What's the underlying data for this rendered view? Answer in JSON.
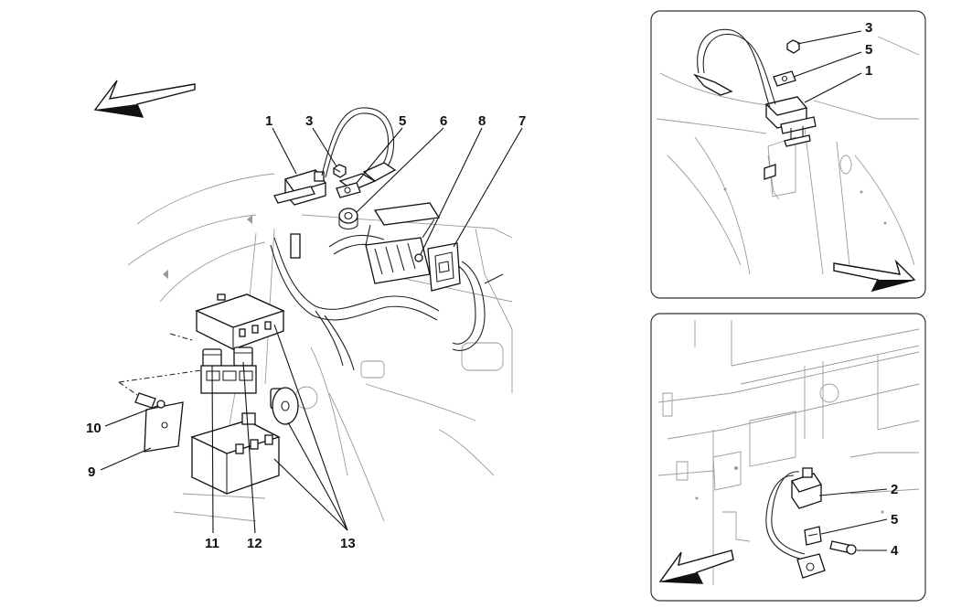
{
  "main": {
    "callouts": [
      {
        "id": "m1",
        "text": "1"
      },
      {
        "id": "m3",
        "text": "3"
      },
      {
        "id": "m5",
        "text": "5"
      },
      {
        "id": "m6",
        "text": "6"
      },
      {
        "id": "m8",
        "text": "8"
      },
      {
        "id": "m7",
        "text": "7"
      },
      {
        "id": "m10",
        "text": "10"
      },
      {
        "id": "m9",
        "text": "9"
      },
      {
        "id": "m11",
        "text": "11"
      },
      {
        "id": "m12",
        "text": "12"
      },
      {
        "id": "m13",
        "text": "13"
      }
    ]
  },
  "inset_top": {
    "callouts": [
      {
        "id": "t3",
        "text": "3"
      },
      {
        "id": "t5",
        "text": "5"
      },
      {
        "id": "t1",
        "text": "1"
      }
    ]
  },
  "inset_bottom": {
    "callouts": [
      {
        "id": "b2",
        "text": "2"
      },
      {
        "id": "b5",
        "text": "5"
      },
      {
        "id": "b4",
        "text": "4"
      }
    ]
  },
  "colors": {
    "line": "#111111",
    "faint": "#9a9a9a",
    "frame": "#333333",
    "background": "#ffffff"
  }
}
